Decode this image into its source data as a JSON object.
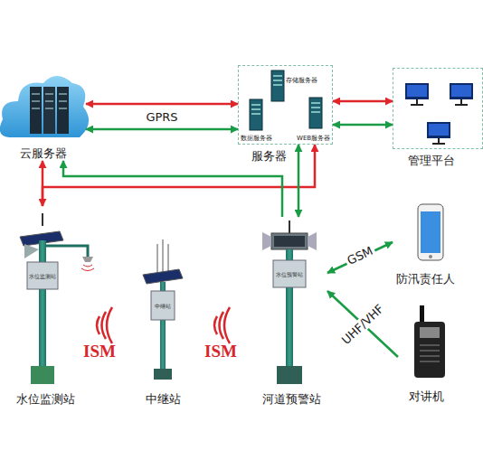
{
  "diagram": {
    "nodes": [
      {
        "text": [
          "云服务器"
        ]
      },
      {
        "text": [
          "服务器"
        ]
      },
      {
        "text": [
          "存储服务器"
        ],
        "in": 1
      },
      {
        "text": [
          "数据服务器"
        ],
        "in": 1
      },
      {
        "text": [
          "WEB服务器"
        ],
        "in": 1
      },
      {
        "text": [
          "管理平台"
        ]
      },
      {
        "text": [
          "水位监测站"
        ]
      },
      {
        "text": [
          "中继站"
        ]
      },
      {
        "text": [
          "河道预警站"
        ]
      },
      {
        "text": [
          "防汛责任人"
        ]
      },
      {
        "text": [
          "对讲机"
        ]
      }
    ],
    "edges": [
      {
        "from": 0,
        "to": 1,
        "arrow": "both",
        "label": "GPRS"
      },
      {
        "from": 1,
        "to": 0,
        "arrow": "both"
      },
      {
        "from": 1,
        "to": 5,
        "arrow": "both"
      },
      {
        "from": 5,
        "to": 1,
        "arrow": "both"
      },
      {
        "from": 0,
        "to": 6,
        "arrow": "both"
      },
      {
        "from": 6,
        "to": 1,
        "arrow": "to"
      },
      {
        "from": 8,
        "to": 0,
        "arrow": "to"
      },
      {
        "from": 8,
        "to": 1,
        "arrow": "both"
      },
      {
        "from": 8,
        "to": 9,
        "arrow": "both",
        "label": "GSM"
      },
      {
        "from": 10,
        "to": 8,
        "arrow": "to",
        "label": "UHF/VHF"
      }
    ],
    "labels": [
      "ISM",
      "ISM",
      "水位监测站",
      "中继站",
      "水位预警站"
    ]
  }
}
